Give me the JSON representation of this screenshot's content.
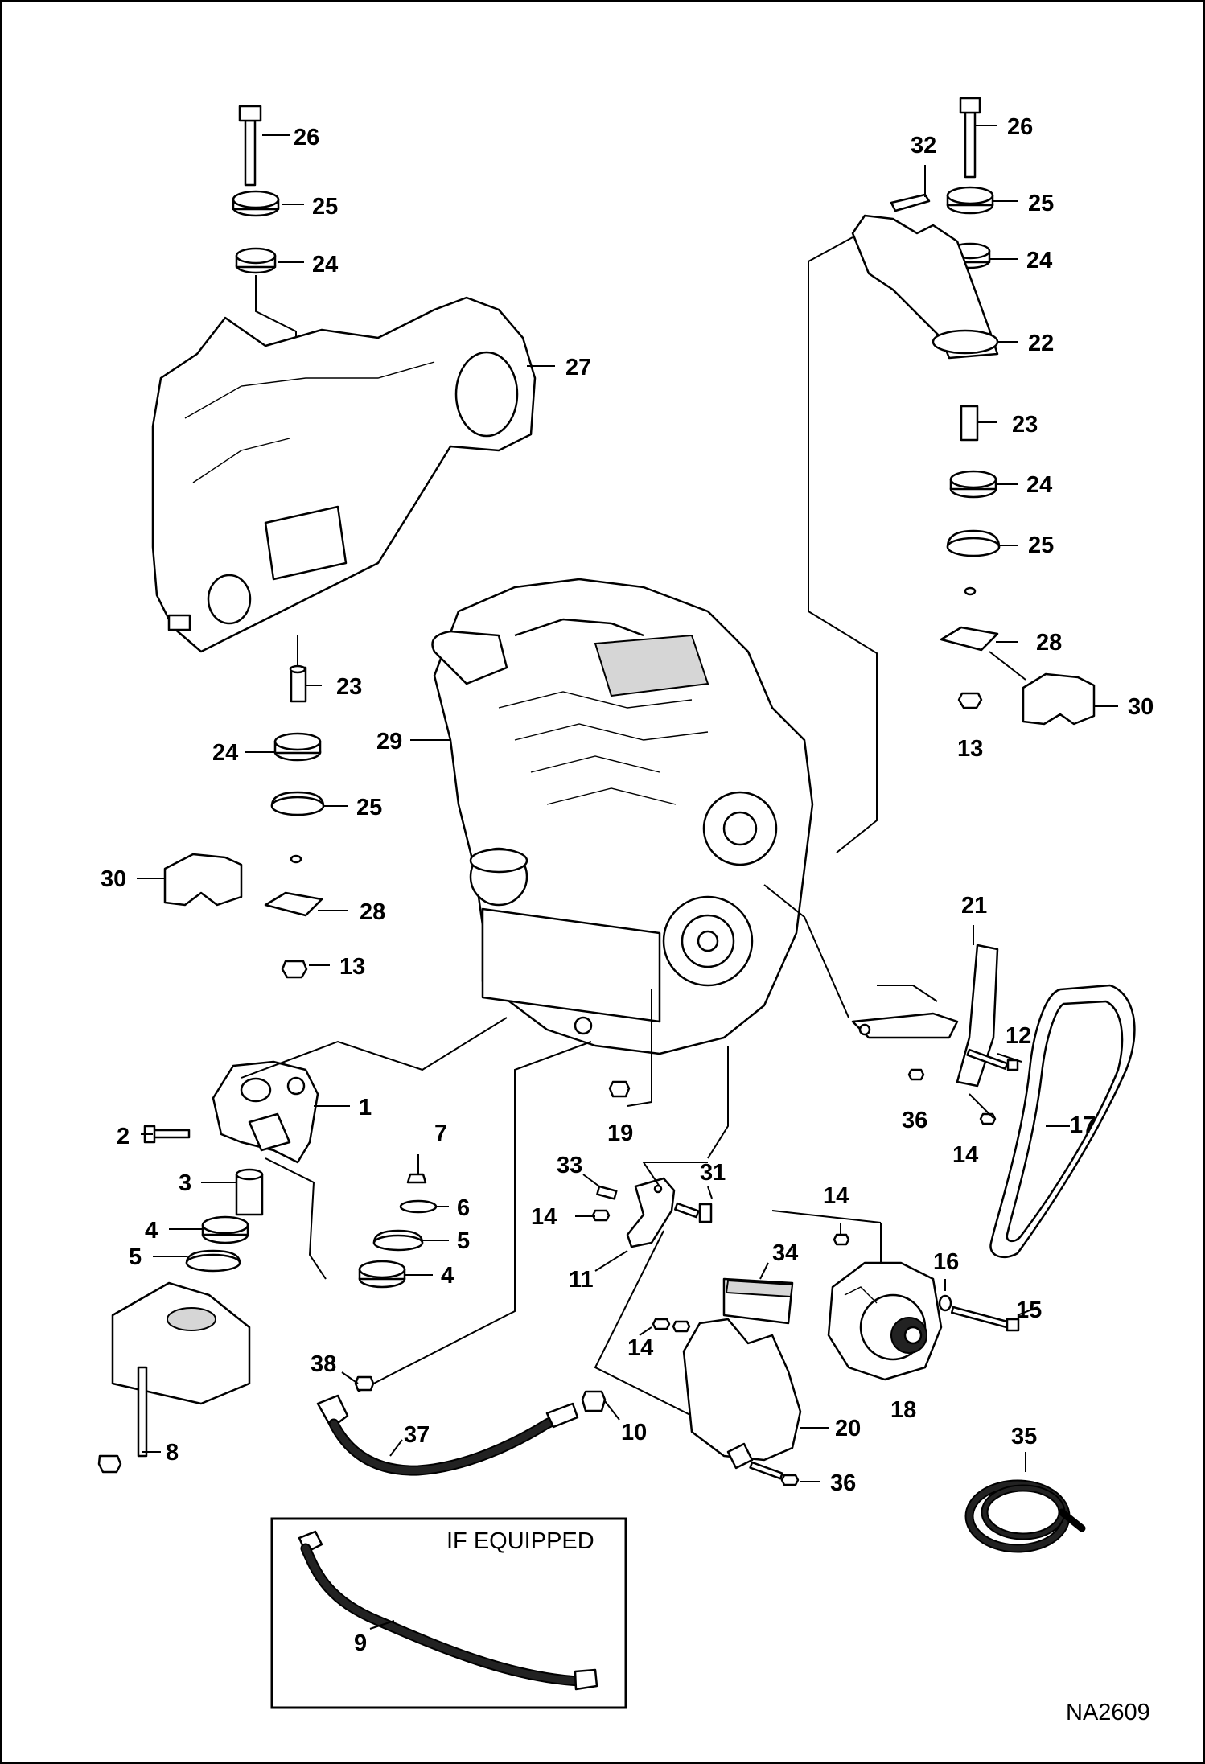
{
  "diagram": {
    "drawing_number": "NA2609",
    "inset_caption": "IF EQUIPPED",
    "callouts": [
      {
        "id": "c26a",
        "text": "26"
      },
      {
        "id": "c25a",
        "text": "25"
      },
      {
        "id": "c24a",
        "text": "24"
      },
      {
        "id": "c27",
        "text": "27"
      },
      {
        "id": "c23a",
        "text": "23"
      },
      {
        "id": "c24b",
        "text": "24"
      },
      {
        "id": "c25b",
        "text": "25"
      },
      {
        "id": "c29",
        "text": "29"
      },
      {
        "id": "c30a",
        "text": "30"
      },
      {
        "id": "c28a",
        "text": "28"
      },
      {
        "id": "c13a",
        "text": "13"
      },
      {
        "id": "c32",
        "text": "32"
      },
      {
        "id": "c26b",
        "text": "26"
      },
      {
        "id": "c25c",
        "text": "25"
      },
      {
        "id": "c24c",
        "text": "24"
      },
      {
        "id": "c22",
        "text": "22"
      },
      {
        "id": "c23b",
        "text": "23"
      },
      {
        "id": "c24d",
        "text": "24"
      },
      {
        "id": "c25d",
        "text": "25"
      },
      {
        "id": "c28b",
        "text": "28"
      },
      {
        "id": "c30b",
        "text": "30"
      },
      {
        "id": "c13b",
        "text": "13"
      },
      {
        "id": "c21",
        "text": "21"
      },
      {
        "id": "c12",
        "text": "12"
      },
      {
        "id": "c36a",
        "text": "36"
      },
      {
        "id": "c14a",
        "text": "14"
      },
      {
        "id": "c17",
        "text": "17"
      },
      {
        "id": "c1",
        "text": "1"
      },
      {
        "id": "c2",
        "text": "2"
      },
      {
        "id": "c19",
        "text": "19"
      },
      {
        "id": "c7",
        "text": "7"
      },
      {
        "id": "c3",
        "text": "3"
      },
      {
        "id": "c6",
        "text": "6"
      },
      {
        "id": "c4a",
        "text": "4"
      },
      {
        "id": "c5a",
        "text": "5"
      },
      {
        "id": "c5b",
        "text": "5"
      },
      {
        "id": "c4b",
        "text": "4"
      },
      {
        "id": "c33",
        "text": "33"
      },
      {
        "id": "c31",
        "text": "31"
      },
      {
        "id": "c14b",
        "text": "14"
      },
      {
        "id": "c11",
        "text": "11"
      },
      {
        "id": "c14c",
        "text": "14"
      },
      {
        "id": "c34",
        "text": "34"
      },
      {
        "id": "c16",
        "text": "16"
      },
      {
        "id": "c15",
        "text": "15"
      },
      {
        "id": "c14d",
        "text": "14"
      },
      {
        "id": "c18",
        "text": "18"
      },
      {
        "id": "c20",
        "text": "20"
      },
      {
        "id": "c38",
        "text": "38"
      },
      {
        "id": "c37",
        "text": "37"
      },
      {
        "id": "c10",
        "text": "10"
      },
      {
        "id": "c8",
        "text": "8"
      },
      {
        "id": "c36b",
        "text": "36"
      },
      {
        "id": "c35",
        "text": "35"
      },
      {
        "id": "c9",
        "text": "9"
      }
    ]
  }
}
